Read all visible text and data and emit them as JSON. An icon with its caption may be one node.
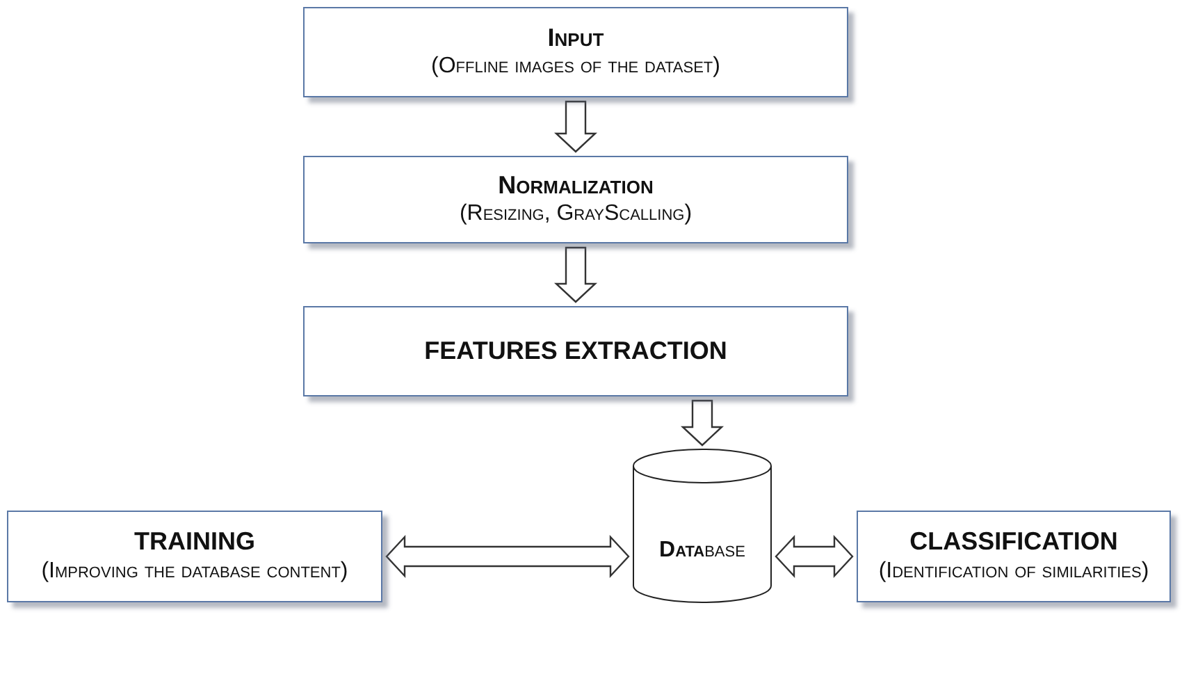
{
  "diagram": {
    "nodes": [
      {
        "text": [
          "Input",
          "(Offline images of the dataset)"
        ]
      },
      {
        "text": [
          "Normalization",
          "(Resizing, GrayScalling)"
        ]
      },
      {
        "text": [
          "FEATURES EXTRACTION"
        ]
      },
      {
        "text": [
          "TRAINING",
          "(Improving the database content)"
        ]
      },
      {
        "text": [
          "**Data**base"
        ]
      },
      {
        "text": [
          "CLASSIFICATION",
          "(Identification of similarities)"
        ]
      }
    ],
    "edges": [
      {
        "from": 0,
        "to": 1,
        "arrow": "to"
      },
      {
        "from": 1,
        "to": 2,
        "arrow": "to"
      },
      {
        "from": 2,
        "to": 4,
        "arrow": "to"
      },
      {
        "from": 3,
        "to": 4,
        "arrow": "both"
      },
      {
        "from": 4,
        "to": 5,
        "arrow": "both"
      }
    ]
  }
}
